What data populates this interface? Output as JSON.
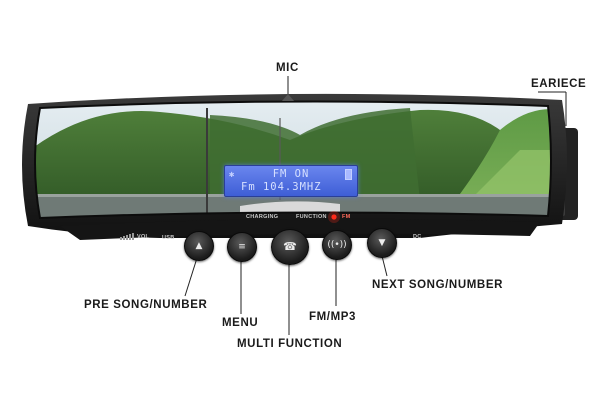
{
  "callouts": {
    "mic": "MIC",
    "earpiece": "EARIECE",
    "pre_song": "PRE SONG/NUMBER",
    "menu": "MENU",
    "multi_function": "MULTI FUNCTION",
    "fm_mp3": "FM/MP3",
    "next_song": "NEXT SONG/NUMBER"
  },
  "lcd": {
    "line1": "FM ON",
    "line2": "Fm  104.3MHZ"
  },
  "panel_labels": {
    "charging": "CHARGING",
    "function": "FUNCTION",
    "fm": "FM",
    "vol": "VOL",
    "usb": "USB",
    "dc": "DC"
  },
  "icons": {
    "prev": "up-triangle-icon",
    "menu": "menu-icon",
    "multi": "phone-icon",
    "fm": "radio-signal-icon",
    "next": "down-triangle-icon"
  },
  "colors": {
    "body": "#1c1c1c",
    "lcd": "#4a6ae0",
    "indicator": "#ff2a1a"
  }
}
